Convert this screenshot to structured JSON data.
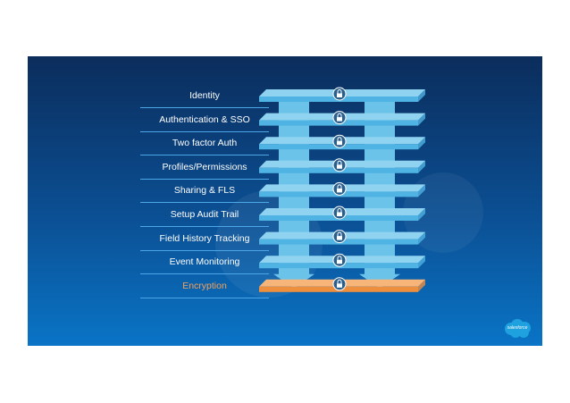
{
  "layers": [
    {
      "label": "Identity",
      "highlight": false
    },
    {
      "label": "Authentication & SSO",
      "highlight": false
    },
    {
      "label": "Two factor Auth",
      "highlight": false
    },
    {
      "label": "Profiles/Permissions",
      "highlight": false
    },
    {
      "label": "Sharing & FLS",
      "highlight": false
    },
    {
      "label": "Setup Audit Trail",
      "highlight": false
    },
    {
      "label": "Field History Tracking",
      "highlight": false
    },
    {
      "label": "Event Monitoring",
      "highlight": false
    },
    {
      "label": "Encryption",
      "highlight": true
    }
  ],
  "colors": {
    "layer_top": "#8fd3f0",
    "layer_front": "#4fb3e3",
    "pillar": "#6cc3ea",
    "encryption_top": "#f8b57a",
    "encryption_front": "#ee8f3e",
    "lock_badge": "#2a5e8c"
  },
  "icons": [
    "lock-icon",
    "salesforce-cloud-icon"
  ],
  "logo": {
    "text": "salesforce"
  }
}
